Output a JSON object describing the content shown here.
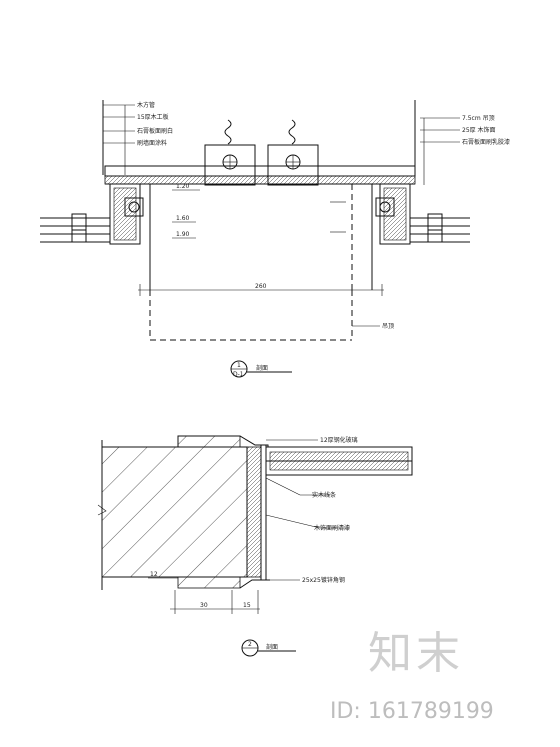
{
  "top_section": {
    "labels_left": [
      "木方管",
      "15厚木工板",
      "石膏板面刷白",
      "刷墙面涂料"
    ],
    "labels_right": [
      "7.5cm 吊顶",
      "25厚 木饰面",
      "石膏板面刷乳胶漆"
    ],
    "dim_inner": [
      "1.20",
      "1.60",
      "1.90"
    ],
    "dim_bottom": "260",
    "note_right": "吊顶",
    "callout_num": "1",
    "callout_sheet": "D-1",
    "callout_title": "剖面"
  },
  "bottom_section": {
    "labels": [
      "12厚钢化玻璃",
      "实木线条",
      "木饰面刷清漆",
      "25x25镀锌角钢"
    ],
    "dim_left": "12",
    "dim_a": "30",
    "dim_b": "15",
    "callout_num": "2",
    "callout_title": "剖面"
  },
  "watermark": {
    "brand": "知末",
    "id_text": "ID: 161789199"
  }
}
